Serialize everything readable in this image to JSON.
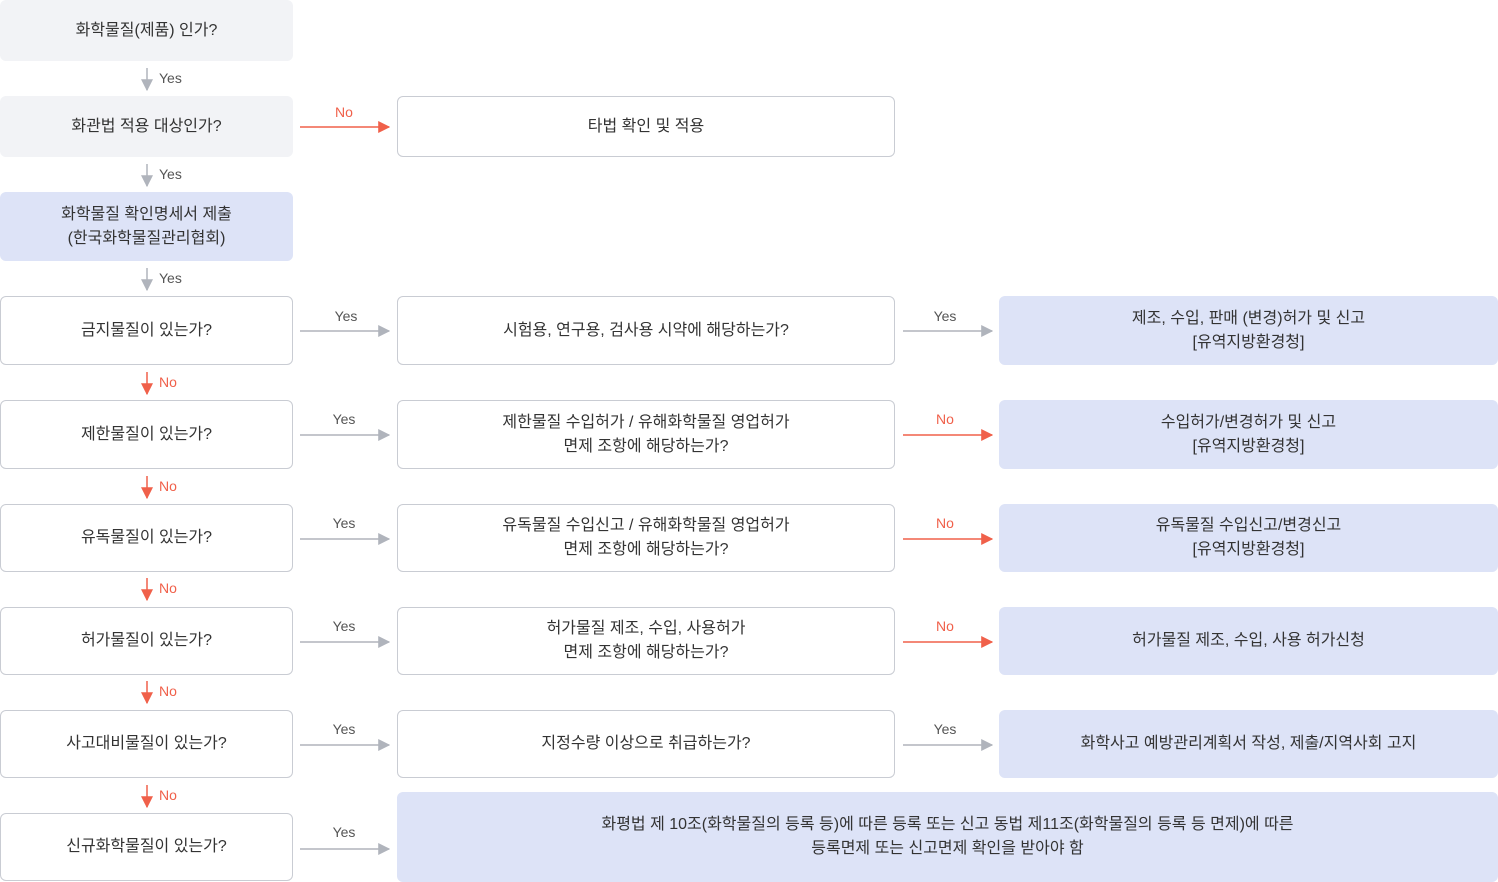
{
  "colors": {
    "gray_box": "#f2f3f6",
    "blue_box": "#dde3f7",
    "box_border": "#c9ccd3",
    "arrow_yes": "#b0b4bc",
    "arrow_no": "#f0604a"
  },
  "left": {
    "q1": "화학물질(제품) 인가?",
    "q2": "화관법 적용 대상인가?",
    "q3_line1": "화학물질 확인명세서 제출",
    "q3_line2": "(한국화학물질관리협회)",
    "q4": "금지물질이 있는가?",
    "q5": "제한물질이 있는가?",
    "q6": "유독물질이 있는가?",
    "q7": "허가물질이 있는가?",
    "q8": "사고대비물질이 있는가?",
    "q9": "신규화학물질이 있는가?"
  },
  "middle": {
    "m2": "타법 확인 및 적용",
    "m4": "시험용, 연구용, 검사용 시약에 해당하는가?",
    "m5_line1": "제한물질 수입허가 / 유해화학물질 영업허가",
    "m5_line2": "면제 조항에 해당하는가?",
    "m6_line1": "유독물질 수입신고 / 유해화학물질 영업허가",
    "m6_line2": "면제 조항에 해당하는가?",
    "m7_line1": "허가물질 제조, 수입, 사용허가",
    "m7_line2": "면제 조항에 해당하는가?",
    "m8": "지정수량 이상으로 취급하는가?",
    "m9_line1": "화평법 제 10조(화학물질의 등록 등)에 따른 등록 또는 신고 동법 제11조(화학물질의 등록 등 면제)에 따른",
    "m9_line2": "등록면제 또는 신고면제 확인을 받아야 함"
  },
  "right": {
    "r4_line1": "제조, 수입, 판매 (변경)허가 및 신고",
    "r4_line2": "[유역지방환경청]",
    "r5_line1": "수입허가/변경허가 및 신고",
    "r5_line2": "[유역지방환경청]",
    "r6_line1": "유독물질 수입신고/변경신고",
    "r6_line2": "[유역지방환경청]",
    "r7": "허가물질 제조, 수입, 사용 허가신청",
    "r8": "화학사고 예방관리계획서 작성, 제출/지역사회 고지"
  },
  "labels": {
    "v1": "Yes",
    "v2": "Yes",
    "v3": "Yes",
    "v4": "No",
    "v5": "No",
    "v6": "No",
    "v7": "No",
    "v8": "No",
    "h2": "No",
    "h4a": "Yes",
    "h4b": "Yes",
    "h5a": "Yes",
    "h5b": "No",
    "h6a": "Yes",
    "h6b": "No",
    "h7a": "Yes",
    "h7b": "No",
    "h8a": "Yes",
    "h8b": "Yes",
    "h9": "Yes"
  }
}
